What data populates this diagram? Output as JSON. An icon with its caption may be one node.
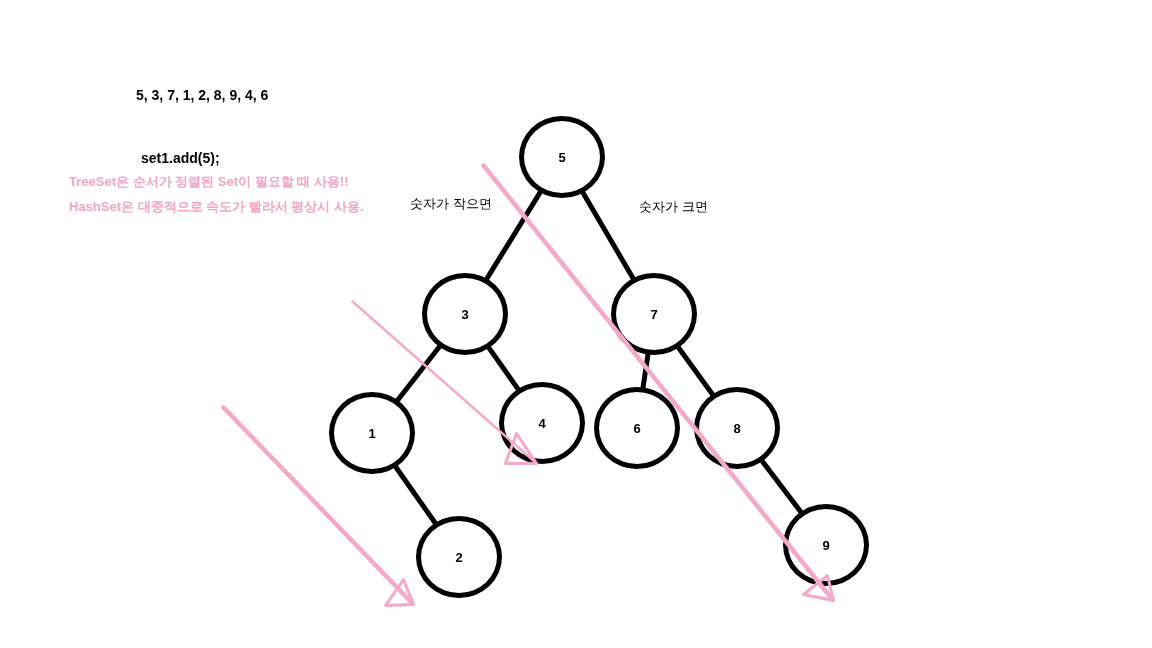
{
  "diagram": {
    "nodes": [
      {
        "text": [
          "5"
        ]
      },
      {
        "text": [
          "3"
        ]
      },
      {
        "text": [
          "7"
        ]
      },
      {
        "text": [
          "1"
        ]
      },
      {
        "text": [
          "4"
        ]
      },
      {
        "text": [
          "6"
        ]
      },
      {
        "text": [
          "8"
        ]
      },
      {
        "text": [
          "2"
        ]
      },
      {
        "text": [
          "9"
        ]
      }
    ],
    "edges": [
      {
        "from": 0,
        "to": 1,
        "arrow": "none",
        "label": "숫자가 작으면"
      },
      {
        "from": 0,
        "to": 2,
        "arrow": "none",
        "label": "숫자가 크면"
      },
      {
        "from": 1,
        "to": 3,
        "arrow": "none"
      },
      {
        "from": 1,
        "to": 4,
        "arrow": "none"
      },
      {
        "from": 2,
        "to": 5,
        "arrow": "none"
      },
      {
        "from": 2,
        "to": 6,
        "arrow": "none"
      },
      {
        "from": 3,
        "to": 7,
        "arrow": "none"
      },
      {
        "from": 6,
        "to": 8,
        "arrow": "none"
      }
    ],
    "labels": [
      "5, 3, 7, 1, 2, 8, 9, 4, 6",
      "set1.add(5);",
      "TreeSet은 순서가 정렬된 Set이 필요할 때 사용!!",
      "HashSet은 대중적으로 속도가 빨라서 평상시 사용."
    ]
  }
}
